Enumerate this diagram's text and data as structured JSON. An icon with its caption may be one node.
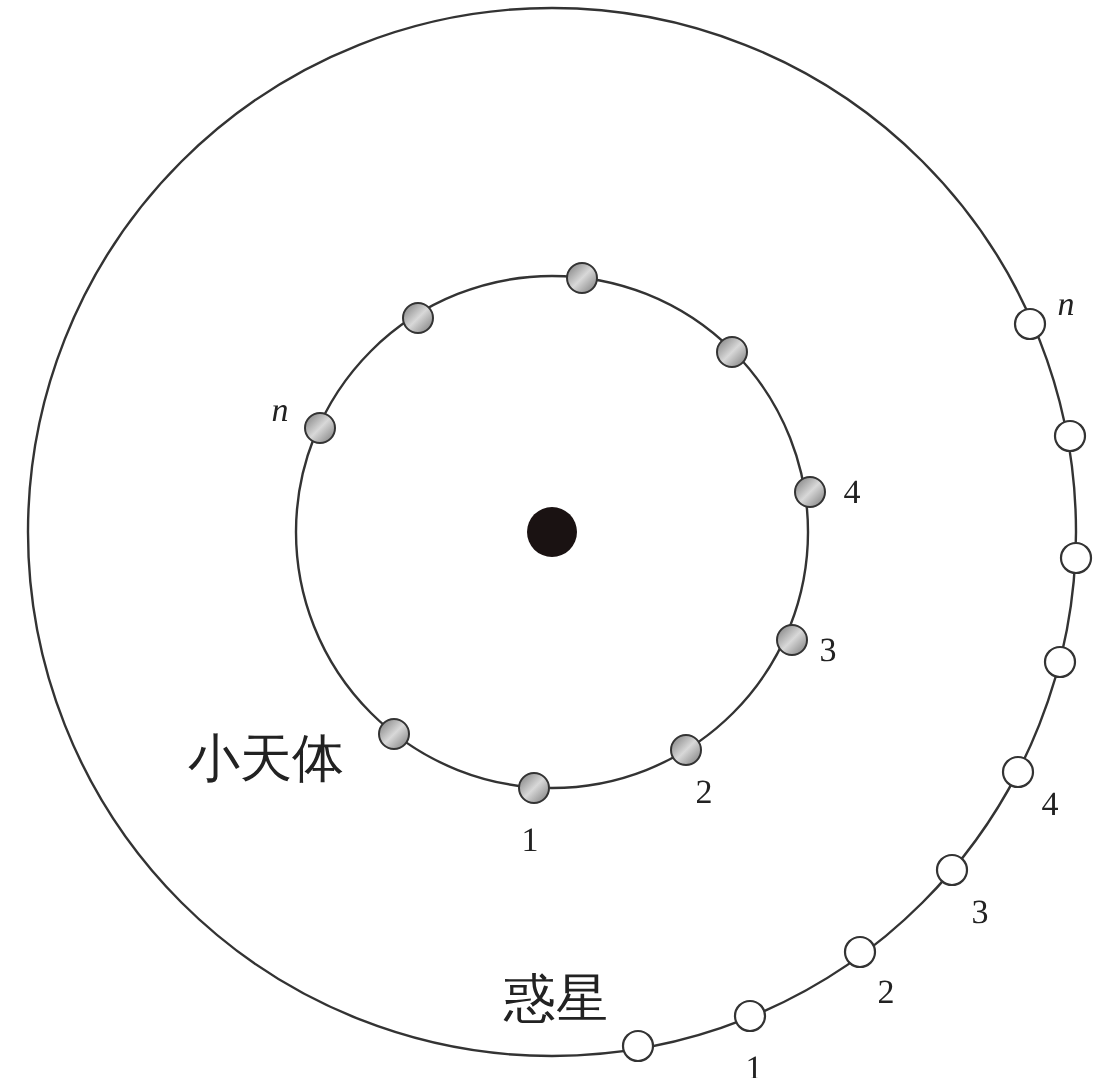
{
  "diagram": {
    "labels": [
      "n",
      "n",
      "4",
      "3",
      "小天体",
      "2",
      "1",
      "4",
      "3",
      "惑星",
      "2",
      "1"
    ]
  }
}
